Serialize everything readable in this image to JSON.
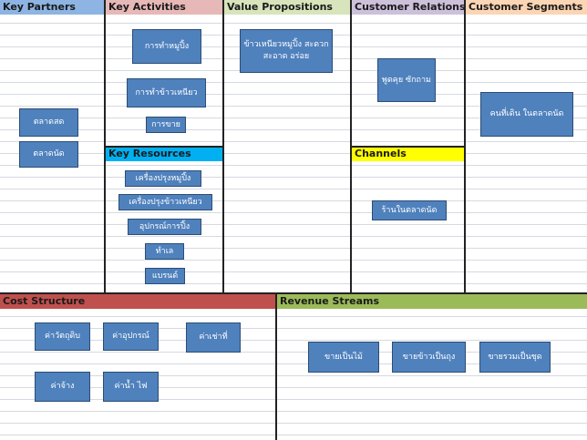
{
  "sections": {
    "key_partners": {
      "title": "Key Partners",
      "color": "#8db4e2"
    },
    "key_activities": {
      "title": "Key Activities",
      "color": "#e6b8b7"
    },
    "value_propositions": {
      "title": "Value Propositions",
      "color": "#d7e4bc"
    },
    "customer_relationships": {
      "title": "Customer Relationships",
      "color": "#ccc0da"
    },
    "customer_segments": {
      "title": "Customer Segments",
      "color": "#fcd5b4"
    },
    "key_resources": {
      "title": "Key Resources",
      "color": "#00b0f0"
    },
    "channels": {
      "title": "Channels",
      "color": "#ffff00"
    },
    "cost_structure": {
      "title": "Cost Structure",
      "color": "#c0504d"
    },
    "revenue_streams": {
      "title": "Revenue Streams",
      "color": "#9bbb59"
    }
  },
  "notes": {
    "key_partners": [
      "ตลาดสด",
      "ตลาดนัด"
    ],
    "key_activities": [
      "การทำหมูปิ้ง",
      "การทำข้าวเหนียว",
      "การขาย"
    ],
    "value_propositions": [
      "ข้าวเหนียวหมูปิ้ง สะดวก สะอาด อร่อย"
    ],
    "customer_relationships": [
      "พูดคุย ซักถาม"
    ],
    "customer_segments": [
      "คนที่เดิน ในตลาดนัด"
    ],
    "key_resources": [
      "เครื่องปรุงหมูปิ้ง",
      "เครื่องปรุงข้าวเหนียว",
      "อุปกรณ์การปิ้ง",
      "ทำเล",
      "แบรนด์"
    ],
    "channels": [
      "ร้านในตลาดนัด"
    ],
    "cost_structure": [
      "ค่าวัตถุดิบ",
      "ค่าอุปกรณ์",
      "ค่าเช่าที่",
      "ค่าจ้าง",
      "ค่าน้ำ ไฟ"
    ],
    "revenue_streams": [
      "ขายเป็นไม้",
      "ขายข้าวเป็นถุง",
      "ขายรวมเป็นชุด"
    ]
  }
}
